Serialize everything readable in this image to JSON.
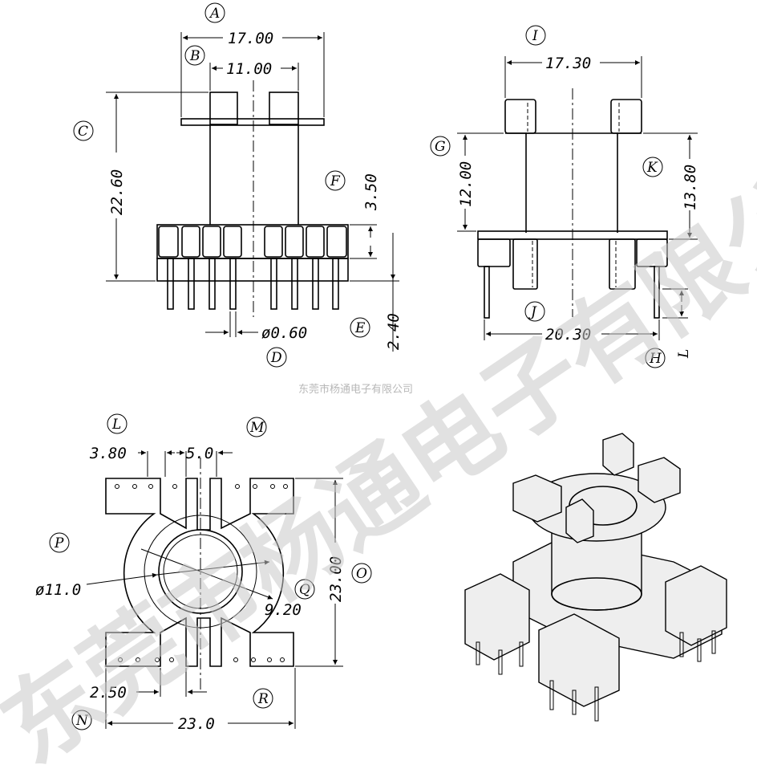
{
  "watermark": {
    "company_small": "东莞市杨通电子有限公司",
    "big_text": "东莞市杨通电子有限公司"
  },
  "front_view": {
    "labels": {
      "A": "A",
      "B": "B",
      "C": "C",
      "D": "D",
      "E": "E",
      "F": "F"
    },
    "dims": {
      "width_top": "17.00",
      "core_width": "11.00",
      "height": "22.60",
      "base_height": "3.50",
      "pin_length": "2.40",
      "pin_diameter": "ø0.60"
    }
  },
  "side_view": {
    "labels": {
      "G": "G",
      "H": "H",
      "I": "I",
      "J": "J",
      "K": "K",
      "L": "L"
    },
    "dims": {
      "width_top": "17.30",
      "flange_height": "12.00",
      "total_height": "13.80",
      "base_width": "20.30"
    }
  },
  "bottom_view": {
    "labels": {
      "L": "L",
      "M": "M",
      "N": "N",
      "O": "O",
      "P": "P",
      "Q": "Q",
      "R": "R"
    },
    "dims": {
      "pitch_outer": "3.80",
      "pitch_inner": "5.0",
      "bore_diameter": "ø11.0",
      "radius": "9.20",
      "height": "23.00",
      "pin_offset": "2.50",
      "width": "23.0"
    }
  }
}
